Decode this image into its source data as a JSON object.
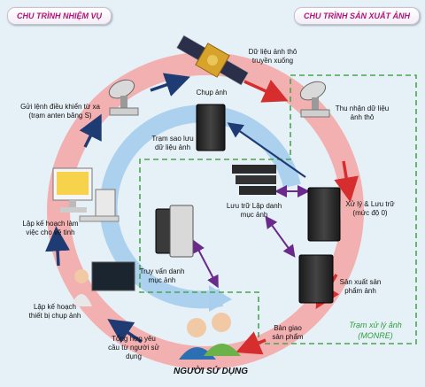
{
  "headers": {
    "left": "CHU TRÌNH NHIỆM VỤ",
    "right": "CHU TRÌNH SẢN XUẤT ẢNH"
  },
  "labels": {
    "satellite_data": "Dữ liệu ảnh thô truyền xuống",
    "capture": "Chụp ảnh",
    "receive": "Thu nhận dữ liệu ảnh thô",
    "send_command": "Gửi lệnh điều khiển từ xa (trạm anten băng S)",
    "backup_station": "Trạm sao lưu dữ liệu ảnh",
    "process_store": "Xử lý & Lưu trữ (mức độ 0)",
    "store_catalog": "Lưu trữ Lập danh mục ảnh",
    "plan_satellite": "Lập kế hoạch làm việc cho vệ tinh",
    "query_catalog": "Truy vấn danh mục ảnh",
    "produce": "Sản xuất sản phẩm ảnh",
    "plan_camera": "Lập kế hoạch thiết bị chụp ảnh",
    "deliver": "Bàn giao sản phẩm",
    "aggregate": "Tổng hợp yêu cầu từ người sử dụng",
    "station_title": "Trạm xử lý ảnh",
    "station_sub": "(MONRE)",
    "user": "NGƯỜI SỬ DỤNG"
  },
  "colors": {
    "background": "#e6f1f7",
    "outer_ring": "#f4a9a9",
    "outer_arrow": "#d62e2e",
    "inner_ring": "#a9cfee",
    "green_box": "#48a64e",
    "header_text": "#b3127a",
    "navy_arrow": "#1f3b73",
    "purple_arrow": "#6a2a8c"
  },
  "icons": [
    "satellite-icon",
    "antenna-dish-icon",
    "server-icon",
    "computer-icon",
    "operator-icon",
    "users-icon"
  ]
}
